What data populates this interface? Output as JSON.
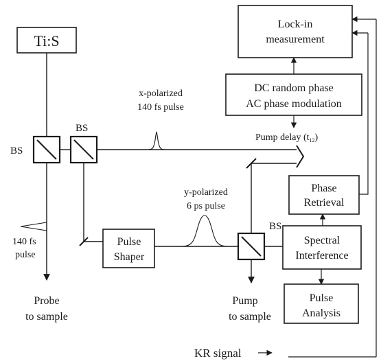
{
  "boxes": {
    "laser": "Ti:S",
    "lockin_1": "Lock-in",
    "lockin_2": "measurement",
    "dc_ac_1": "DC random phase",
    "dc_ac_2": "AC phase modulation",
    "phase_retrieval_1": "Phase",
    "phase_retrieval_2": "Retrieval",
    "pulse_shaper_1": "Pulse",
    "pulse_shaper_2": "Shaper",
    "spectral_interference_1": "Spectral",
    "spectral_interference_2": "Interference",
    "pulse_analysis_1": "Pulse",
    "pulse_analysis_2": "Analysis"
  },
  "labels": {
    "bs_left": "BS",
    "bs_middle": "BS",
    "bs_right": "BS",
    "x_pulse_1": "x-polarized",
    "x_pulse_2": "140 fs pulse",
    "pump_delay_prefix": "Pump delay (t",
    "pump_delay_sub": "12",
    "pump_delay_suffix": ")",
    "y_pulse_1": "y-polarized",
    "y_pulse_2": "6 ps pulse",
    "probe_pulse_1": "140 fs",
    "probe_pulse_2": "pulse",
    "probe_1": "Probe",
    "probe_2": "to sample",
    "pump_1": "Pump",
    "pump_2": "to sample"
  },
  "legend": {
    "kr_signal": "KR signal"
  }
}
